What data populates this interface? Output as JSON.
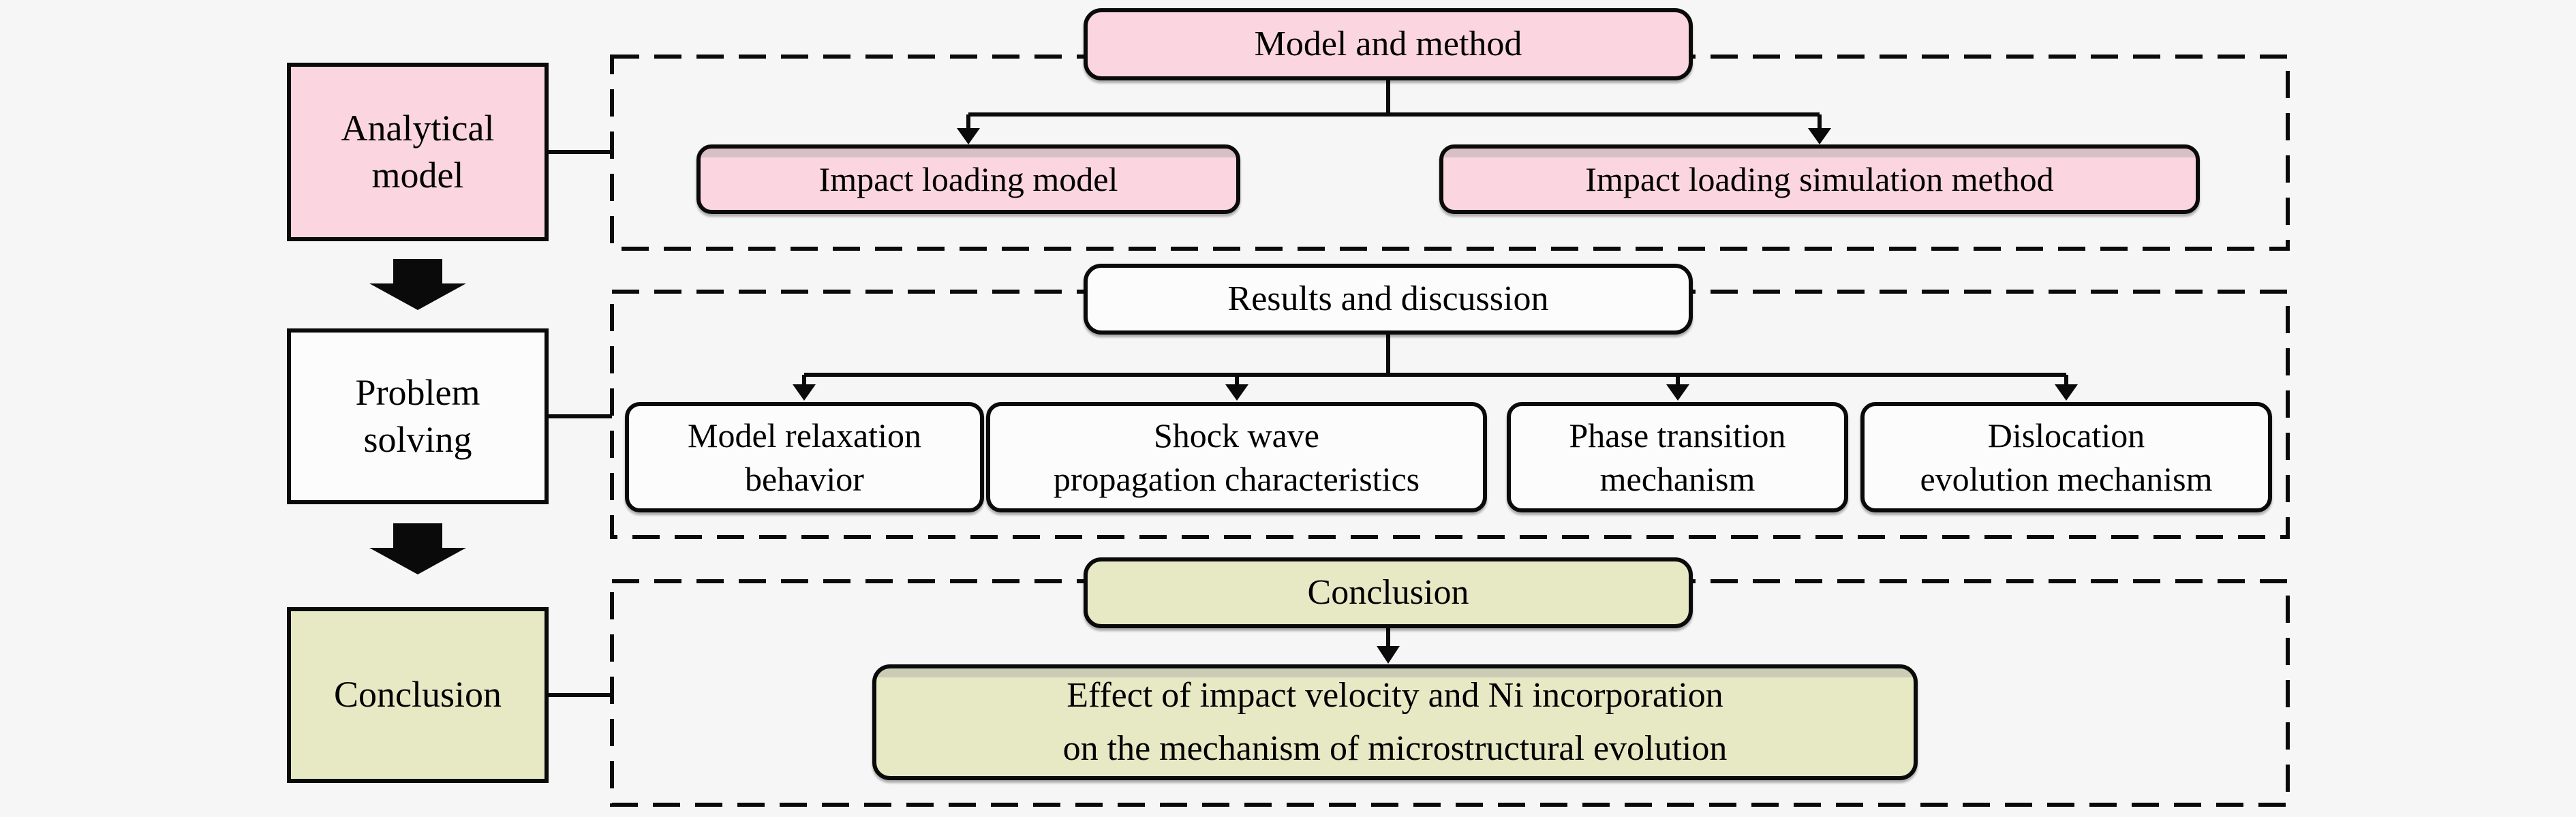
{
  "page": {
    "background": "#f7f6f6"
  },
  "colors": {
    "pink": "#fbd5e0",
    "green": "#e6e9c4",
    "neutral": "#fcfcfc",
    "outline": "#0a0a0a",
    "text": "#000000"
  },
  "left_column": {
    "items": [
      {
        "id": "analytical-model",
        "lines": [
          "Analytical",
          "model"
        ],
        "fill": "pink"
      },
      {
        "id": "problem-solving",
        "lines": [
          "Problem",
          "solving"
        ],
        "fill": "neutral"
      },
      {
        "id": "conclusion",
        "lines": [
          "Conclusion"
        ],
        "fill": "green"
      }
    ]
  },
  "sections": [
    {
      "title": "Model and method",
      "fill": "pink",
      "children": [
        {
          "lines": [
            "Impact loading model"
          ]
        },
        {
          "lines": [
            "Impact loading simulation method"
          ]
        }
      ]
    },
    {
      "title": "Results and discussion",
      "fill": "neutral",
      "children": [
        {
          "lines": [
            "Model relaxation",
            "behavior"
          ]
        },
        {
          "lines": [
            "Shock wave",
            "propagation characteristics"
          ]
        },
        {
          "lines": [
            "Phase transition",
            "mechanism"
          ]
        },
        {
          "lines": [
            "Dislocation",
            "evolution mechanism"
          ]
        }
      ]
    },
    {
      "title": "Conclusion",
      "fill": "green",
      "children": [
        {
          "lines": [
            "Effect of impact velocity and Ni incorporation",
            "on the mechanism of microstructural evolution"
          ]
        }
      ]
    }
  ]
}
